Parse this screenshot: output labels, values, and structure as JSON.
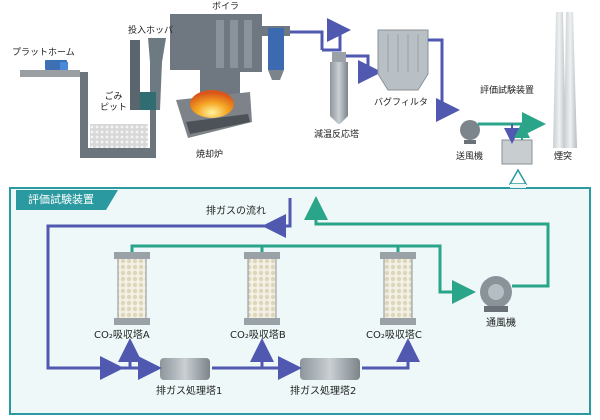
{
  "plant": {
    "platform": "プラットホーム",
    "hopper": "投入ホッパ",
    "boiler": "ボイラ",
    "pit": "ごみ\nピット",
    "incinerator": "焼却炉",
    "quench_tower": "減温反応塔",
    "bag_filter": "バグフィルタ",
    "test_device": "評価試験装置",
    "fan": "送風機",
    "stack": "煙突"
  },
  "panel": {
    "title": "評価試験装置",
    "exhaust_flow": "排ガスの流れ",
    "absorber_a": "CO₂吸収塔A",
    "absorber_b": "CO₂吸収塔B",
    "absorber_c": "CO₂吸収塔C",
    "treatment_1": "排ガス処理塔1",
    "treatment_2": "排ガス処理塔2",
    "blower": "通風機"
  },
  "colors": {
    "exhaust_line": "#5058b0",
    "return_line": "#2aa58a",
    "panel_border": "#2a9aa0",
    "panel_fill": "#eef8f8",
    "equipment_gray": "#6c747c"
  }
}
